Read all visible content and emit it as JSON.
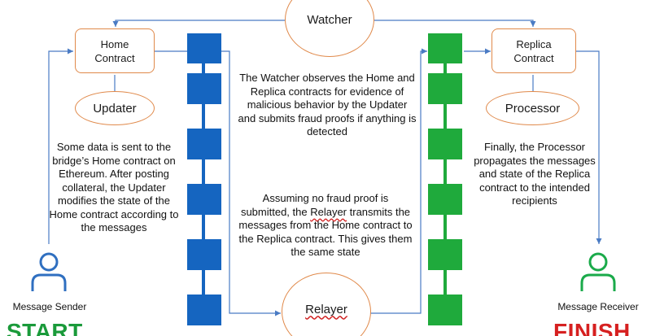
{
  "nodes": {
    "watcher": "Watcher",
    "home_contract": "Home\nContract",
    "replica_contract": "Replica\nContract",
    "updater": "Updater",
    "processor": "Processor",
    "relayer": "Relayer"
  },
  "descriptions": {
    "watcher_desc": "The Watcher observes the Home and Replica contracts for evidence of malicious behavior by the Updater and submits fraud proofs if anything is detected",
    "sender_desc": "Some data is sent to the bridge’s Home contract on Ethereum. After posting collateral, the Updater modifies the state of the Home contract according to the messages",
    "relayer_desc_before": "Assuming no fraud proof is submitted, the ",
    "relayer_desc_word": "Relayer",
    "relayer_desc_after": " transmits the messages from the Home contract to the Replica contract. This gives them the same state",
    "processor_desc": "Finally, the Processor propagates the messages and state of the Replica contract to the intended recipients"
  },
  "actors": {
    "sender_label": "Message Sender",
    "receiver_label": "Message Receiver",
    "start": "START",
    "finish": "FINISH"
  },
  "colors": {
    "orange": "#e0894a",
    "blue_chain": "#1565c0",
    "green_chain": "#1faa3c",
    "arrow": "#4a7bc4",
    "start_green": "#1a9a3a",
    "finish_red": "#d62020",
    "person_blue": "#2f6fc0",
    "person_green": "#1aaa4a"
  }
}
